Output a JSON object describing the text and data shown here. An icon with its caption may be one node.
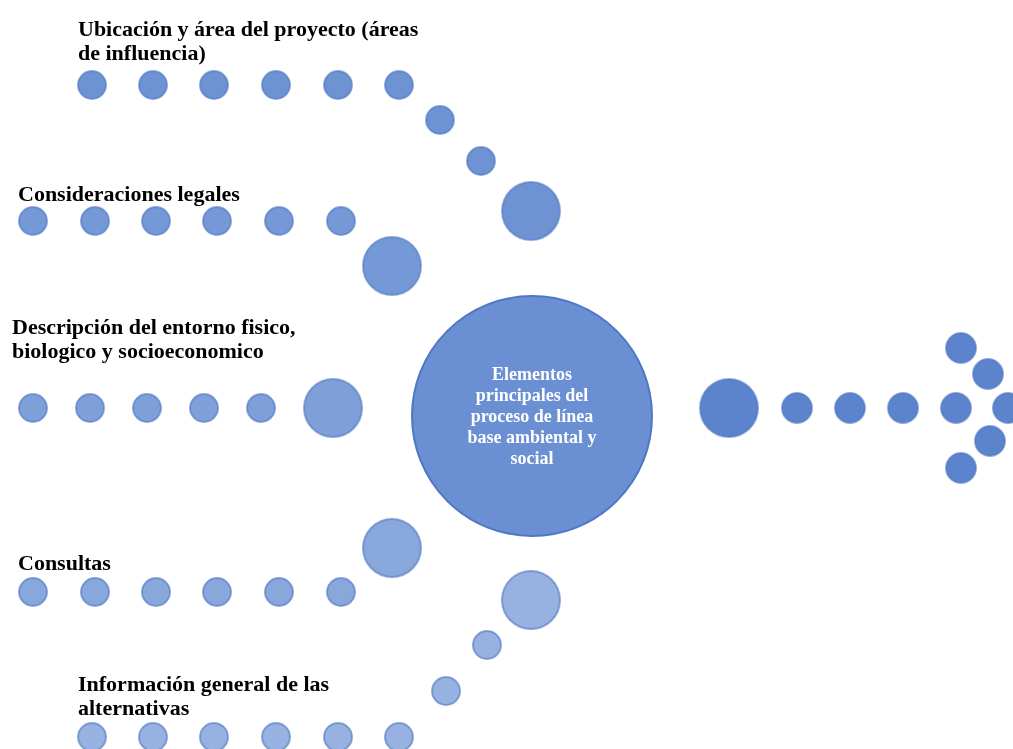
{
  "diagram": {
    "nodes": [
      {
        "text": [
          "Elementos principales del proceso de línea base ambiental y social"
        ]
      }
    ],
    "labels": [
      "Ubicación y área del proyecto (áreas de influencia)",
      "Consideraciones legales",
      "Descripción del entorno fisico, biologico y socioeconomico",
      "Consultas",
      "Información general de las alternativas"
    ]
  }
}
